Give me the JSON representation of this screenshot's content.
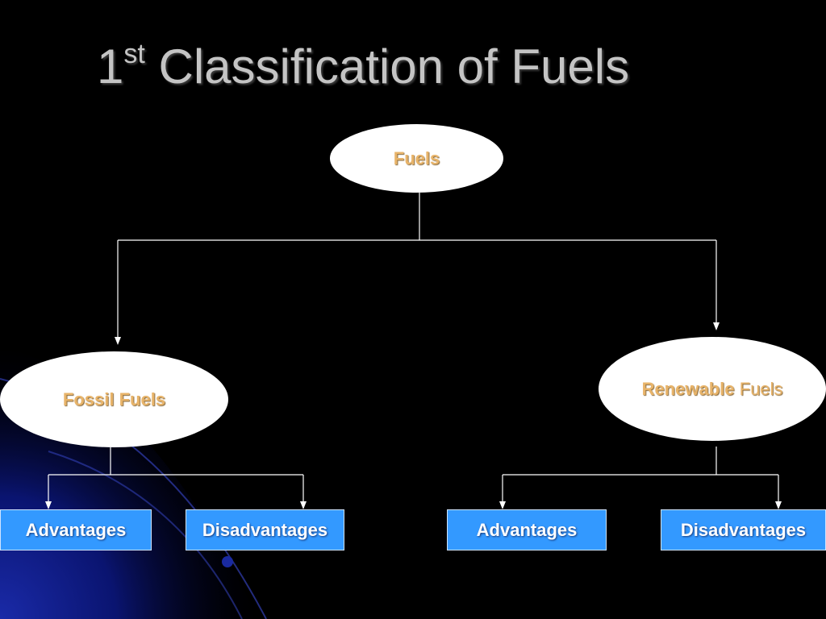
{
  "title": {
    "number": "1",
    "superscript": "st",
    "text": "Classification of Fuels"
  },
  "nodes": {
    "root": "Fuels",
    "fossil": "Fossil Fuels",
    "renewable_bold": "Renewable",
    "renewable_regular": "Fuels",
    "fossil_advantages": "Advantages",
    "fossil_disadvantages": "Disadvantages",
    "renewable_advantages": "Advantages",
    "renewable_disadvantages": "Disadvantages"
  },
  "colors": {
    "background": "#000000",
    "node_text": "#e8b46a",
    "box_fill": "#3399ff",
    "title_text": "#c4c4c4"
  }
}
